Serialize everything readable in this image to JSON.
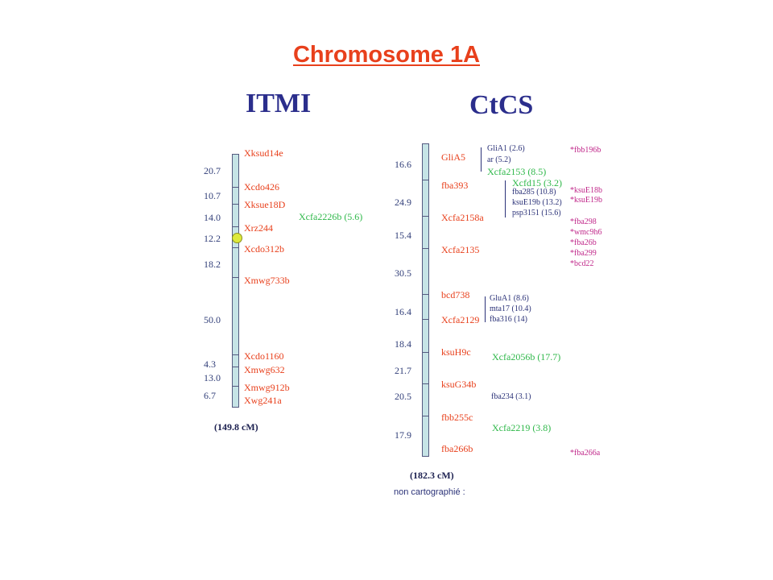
{
  "title": "Chromosome 1A",
  "colors": {
    "title": "#e8401c",
    "marker": "#e8401c",
    "green_marker": "#2fb84a",
    "magenta_marker": "#c0288a",
    "chromosome_fill": "#c6e4e6",
    "centromere": "#dde93c"
  },
  "itmi": {
    "name": "ITMI",
    "distances": [
      "20.7",
      "10.7",
      "14.0",
      "12.2",
      "18.2",
      "50.0",
      "4.3",
      "13.0",
      "6.7"
    ],
    "markers": [
      "Xksud14e",
      "Xcdo426",
      "Xksue18D",
      "Xrz244",
      "Xcdo312b",
      "Xmwg733b",
      "Xcdo1160",
      "Xmwg632",
      "Xmwg912b",
      "Xwg241a"
    ],
    "side_marker": "Xcfa2226b (5.6)",
    "total": "(149.8 cM)"
  },
  "ctcs": {
    "name": "CtCS",
    "distances": [
      "16.6",
      "24.9",
      "15.4",
      "30.5",
      "16.4",
      "18.4",
      "21.7",
      "20.5",
      "17.9"
    ],
    "markers": [
      "GliA5",
      "fba393",
      "Xcfa2158a",
      "Xcfa2135",
      "bcd738",
      "Xcfa2129",
      "ksuH9c",
      "ksuG34b",
      "fbb255c",
      "fba266b"
    ],
    "sub_group_1": [
      "GliA1 (2.6)",
      "ar  (5.2)"
    ],
    "green_1": "Xcfa2153 (8.5)",
    "green_2": "Xcfd15 (3.2)",
    "sub_group_2": [
      "fba285 (10.8)",
      "ksuE19b (13.2)",
      "psp3151 (15.6)"
    ],
    "sub_group_3": [
      "GluA1 (8.6)",
      "mta17 (10.4)",
      "fba316 (14)"
    ],
    "green_3": "Xcfa2056b (17.7)",
    "sub_4": "fba234 (3.1)",
    "green_4": "Xcfa2219 (3.8)",
    "unmapped_1": [
      "*fbb196b"
    ],
    "unmapped_2": [
      "*ksuE18b",
      "*ksuE19b"
    ],
    "unmapped_3": [
      "*fba298",
      "*wmc9h6",
      "*fba26b",
      "*fba299",
      "*bcd22"
    ],
    "unmapped_4": [
      "*fba266a"
    ],
    "total": "(182.3 cM)",
    "note": "non cartographié :"
  }
}
